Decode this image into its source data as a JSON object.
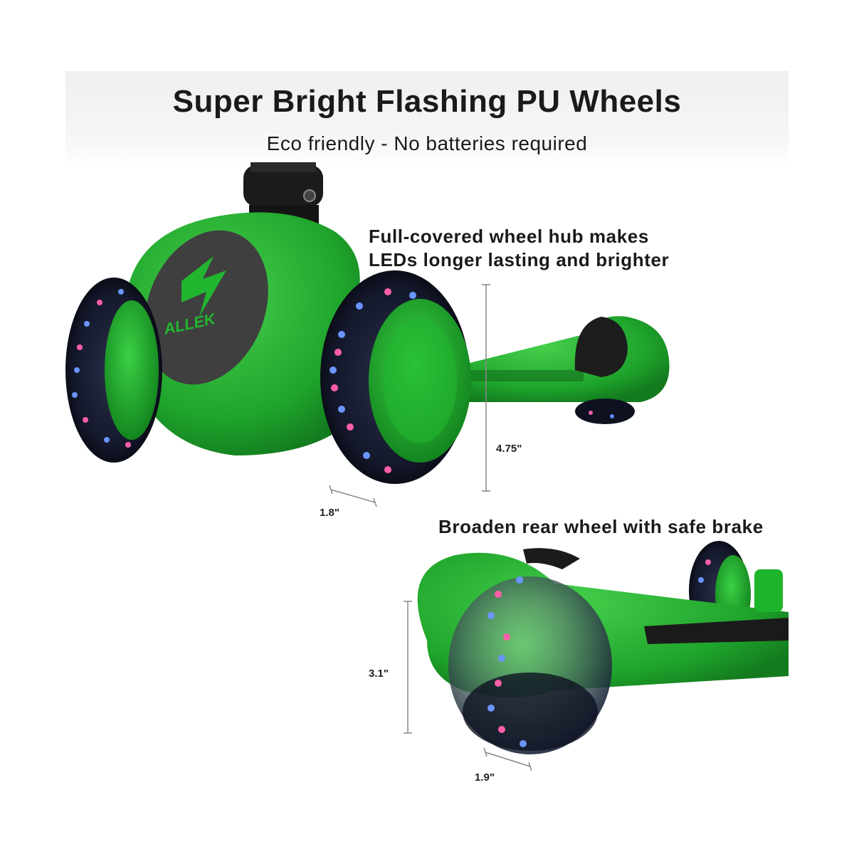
{
  "header": {
    "title": "Super Bright Flashing PU Wheels",
    "subtitle": "Eco friendly - No batteries required"
  },
  "callouts": {
    "front_hub": [
      "Full-covered wheel hub makes",
      "LEDs longer lasting and brighter"
    ],
    "rear_wheel": "Broaden rear wheel with safe brake"
  },
  "dimensions": {
    "front_height": "4.75\"",
    "front_width": "1.8\"",
    "rear_height": "3.1\"",
    "rear_width": "1.9\""
  },
  "brand": {
    "logo_text": "ALLEK"
  },
  "colors": {
    "deck_green": "#1fa52c",
    "deck_green_light": "#3cc443",
    "wheel_dark": "#111827",
    "led_pink": "#ff5fa8",
    "led_blue": "#5a8bff"
  }
}
